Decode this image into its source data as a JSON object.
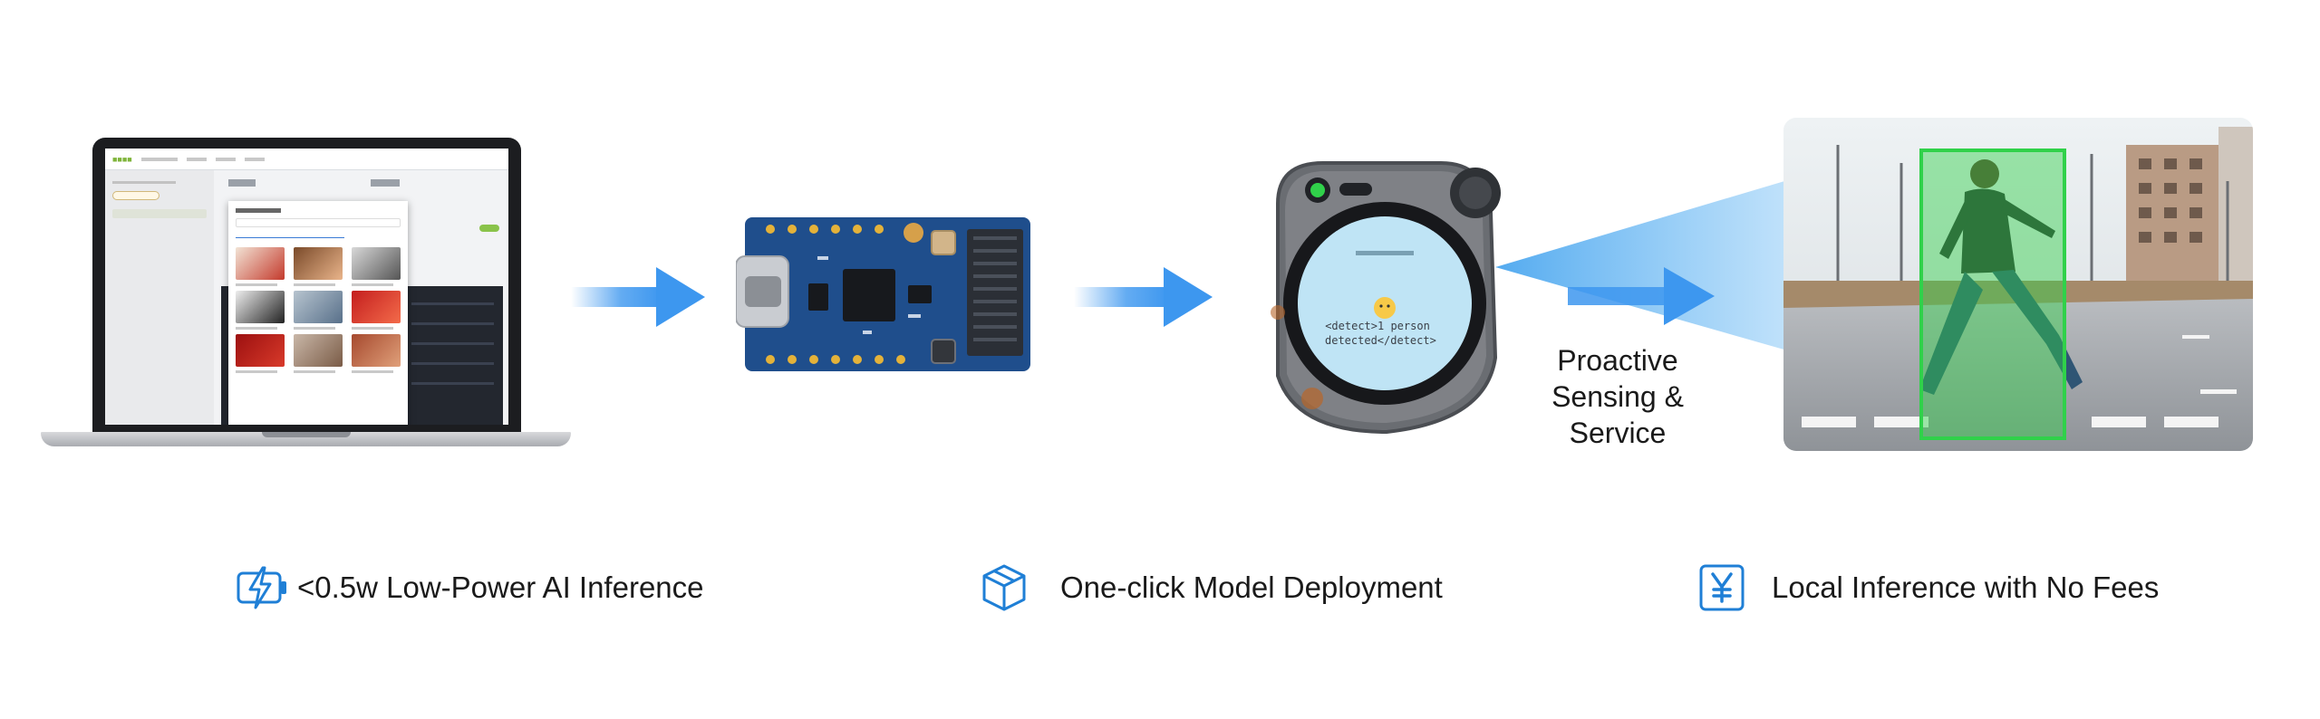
{
  "colors": {
    "arrow": "#3d97ef",
    "accent_blue": "#1f7fd6",
    "board_blue": "#1f4e8c",
    "detect_green": "#30d14a",
    "screen_face": "#bfe4f5"
  },
  "device": {
    "screen_text": "<detect>1 person detected</detect>"
  },
  "caption": {
    "line1": "Proactive",
    "line2": "Sensing &",
    "line3": "Service"
  },
  "features": [
    {
      "icon": "lightning-battery-icon",
      "label": "<0.5w Low-Power AI Inference"
    },
    {
      "icon": "cube-box-icon",
      "label": "One-click Model Deployment"
    },
    {
      "icon": "yuan-currency-icon",
      "label": "Local Inference with No Fees"
    }
  ]
}
